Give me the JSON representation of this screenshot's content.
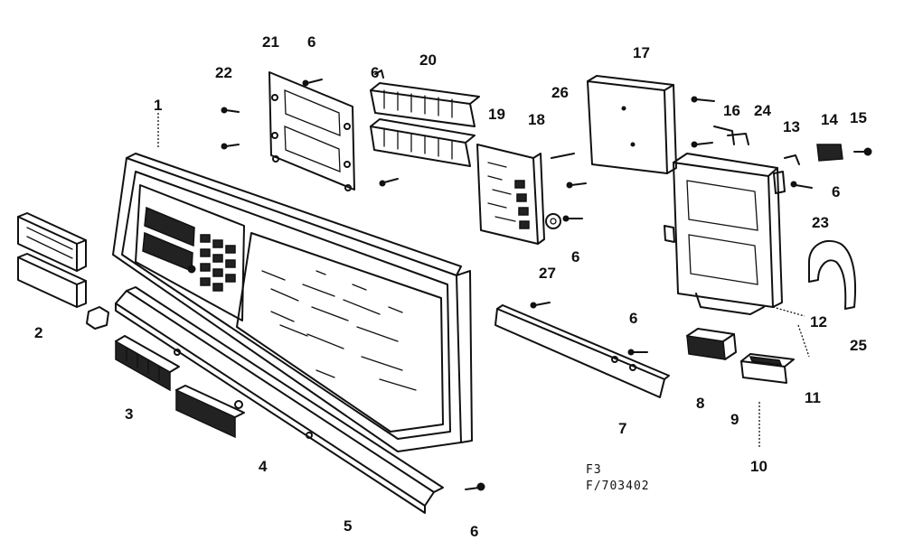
{
  "callouts": [
    {
      "id": "c1",
      "text": "1"
    },
    {
      "id": "c2",
      "text": "2"
    },
    {
      "id": "c3",
      "text": "3"
    },
    {
      "id": "c4",
      "text": "4"
    },
    {
      "id": "c5",
      "text": "5"
    },
    {
      "id": "c6a",
      "text": "6"
    },
    {
      "id": "c6b",
      "text": "6"
    },
    {
      "id": "c6c",
      "text": "6"
    },
    {
      "id": "c6d",
      "text": "6"
    },
    {
      "id": "c6e",
      "text": "6"
    },
    {
      "id": "c7",
      "text": "7"
    },
    {
      "id": "c8",
      "text": "8"
    },
    {
      "id": "c9",
      "text": "9"
    },
    {
      "id": "c10",
      "text": "10"
    },
    {
      "id": "c11",
      "text": "11"
    },
    {
      "id": "c12",
      "text": "12"
    },
    {
      "id": "c13",
      "text": "13"
    },
    {
      "id": "c14",
      "text": "14"
    },
    {
      "id": "c15",
      "text": "15"
    },
    {
      "id": "c16",
      "text": "16"
    },
    {
      "id": "c17",
      "text": "17"
    },
    {
      "id": "c18",
      "text": "18"
    },
    {
      "id": "c19",
      "text": "19"
    },
    {
      "id": "c20",
      "text": "20"
    },
    {
      "id": "c21",
      "text": "21"
    },
    {
      "id": "c22",
      "text": "22"
    },
    {
      "id": "c23",
      "text": "23"
    },
    {
      "id": "c24",
      "text": "24"
    },
    {
      "id": "c25",
      "text": "25"
    },
    {
      "id": "c26",
      "text": "26"
    },
    {
      "id": "c27",
      "text": "27"
    },
    {
      "id": "c6f",
      "text": "6"
    }
  ],
  "drawing_number": {
    "line1": "F3",
    "line2": "F/703402"
  }
}
